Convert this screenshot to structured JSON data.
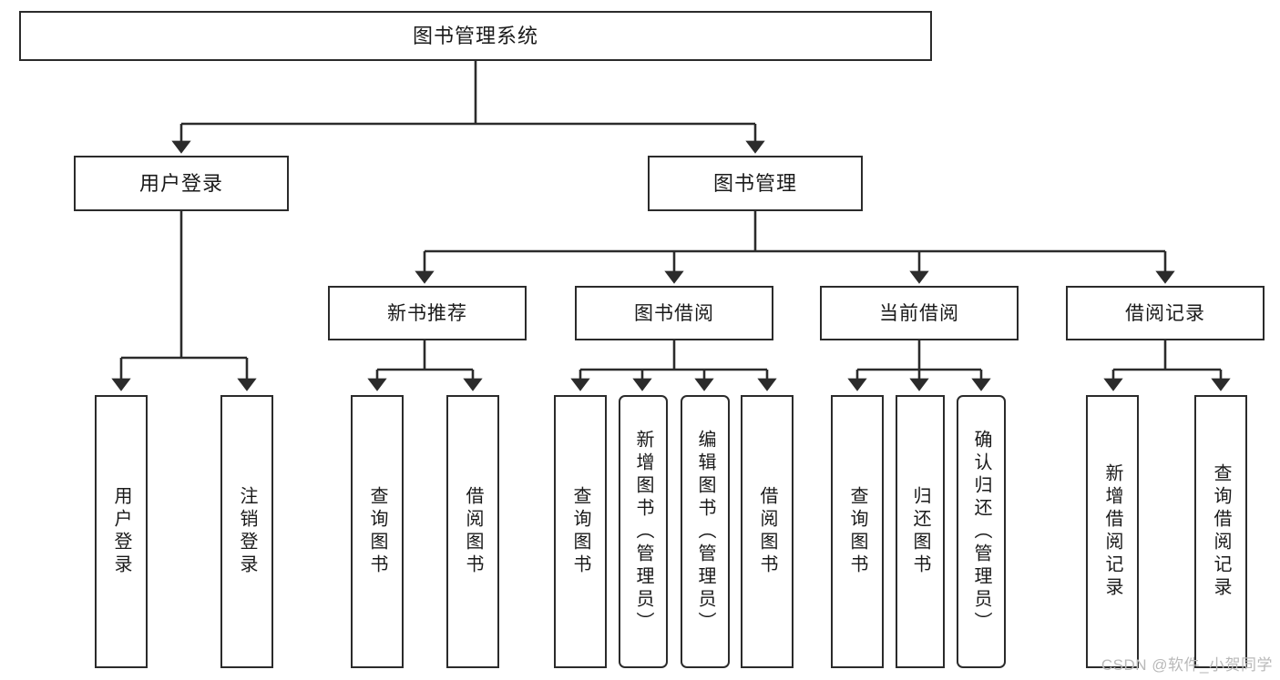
{
  "diagram": {
    "title": "图书管理系统",
    "type": "tree-hierarchy",
    "watermark": "CSDN @软件_小贺同学",
    "colors": {
      "stroke": "#2b2b2b",
      "fill": "#ffffff",
      "text": "#1a1a1a",
      "watermark": "#b9b9b9"
    },
    "root": {
      "label": "图书管理系统"
    },
    "level2": [
      {
        "label": "用户登录"
      },
      {
        "label": "图书管理"
      }
    ],
    "level3": [
      {
        "label": "新书推荐"
      },
      {
        "label": "图书借阅"
      },
      {
        "label": "当前借阅"
      },
      {
        "label": "借阅记录"
      }
    ],
    "leaves": {
      "user_login": [
        {
          "label": "用户登录"
        },
        {
          "label": "注销登录"
        }
      ],
      "new_books": [
        {
          "label": "查询图书"
        },
        {
          "label": "借阅图书"
        }
      ],
      "book_borrow": [
        {
          "label": "查询图书"
        },
        {
          "label": "新增图书（管理员）"
        },
        {
          "label": "编辑图书（管理员）"
        },
        {
          "label": "借阅图书"
        }
      ],
      "current_borrow": [
        {
          "label": "查询图书"
        },
        {
          "label": "归还图书"
        },
        {
          "label": "确认归还（管理员）"
        }
      ],
      "borrow_records": [
        {
          "label": "新增借阅记录"
        },
        {
          "label": "查询借阅记录"
        }
      ]
    }
  }
}
